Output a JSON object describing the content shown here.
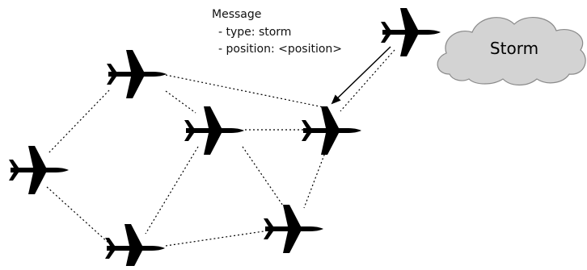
{
  "message": {
    "title": "Message",
    "type_line": "- type: storm",
    "position_line": "- position: <position>"
  },
  "storm": {
    "label": "Storm",
    "fill_color": "#d3d3d3",
    "stroke_color": "#8a8a8a"
  },
  "planes": {
    "icon": "airplane-icon",
    "color": "#000000",
    "ids": [
      "plane-1",
      "plane-2",
      "plane-3",
      "plane-4",
      "plane-5",
      "plane-6",
      "plane-7"
    ]
  },
  "links": [
    [
      "plane-1",
      "plane-2"
    ],
    [
      "plane-1",
      "plane-3"
    ],
    [
      "plane-2",
      "plane-4"
    ],
    [
      "plane-2",
      "plane-6"
    ],
    [
      "plane-4",
      "plane-6"
    ],
    [
      "plane-4",
      "plane-3"
    ],
    [
      "plane-4",
      "plane-5"
    ],
    [
      "plane-6",
      "plane-5"
    ],
    [
      "plane-3",
      "plane-5"
    ],
    [
      "plane-6",
      "plane-7"
    ]
  ],
  "message_arrow": {
    "from": "plane-7",
    "to": "plane-6"
  }
}
